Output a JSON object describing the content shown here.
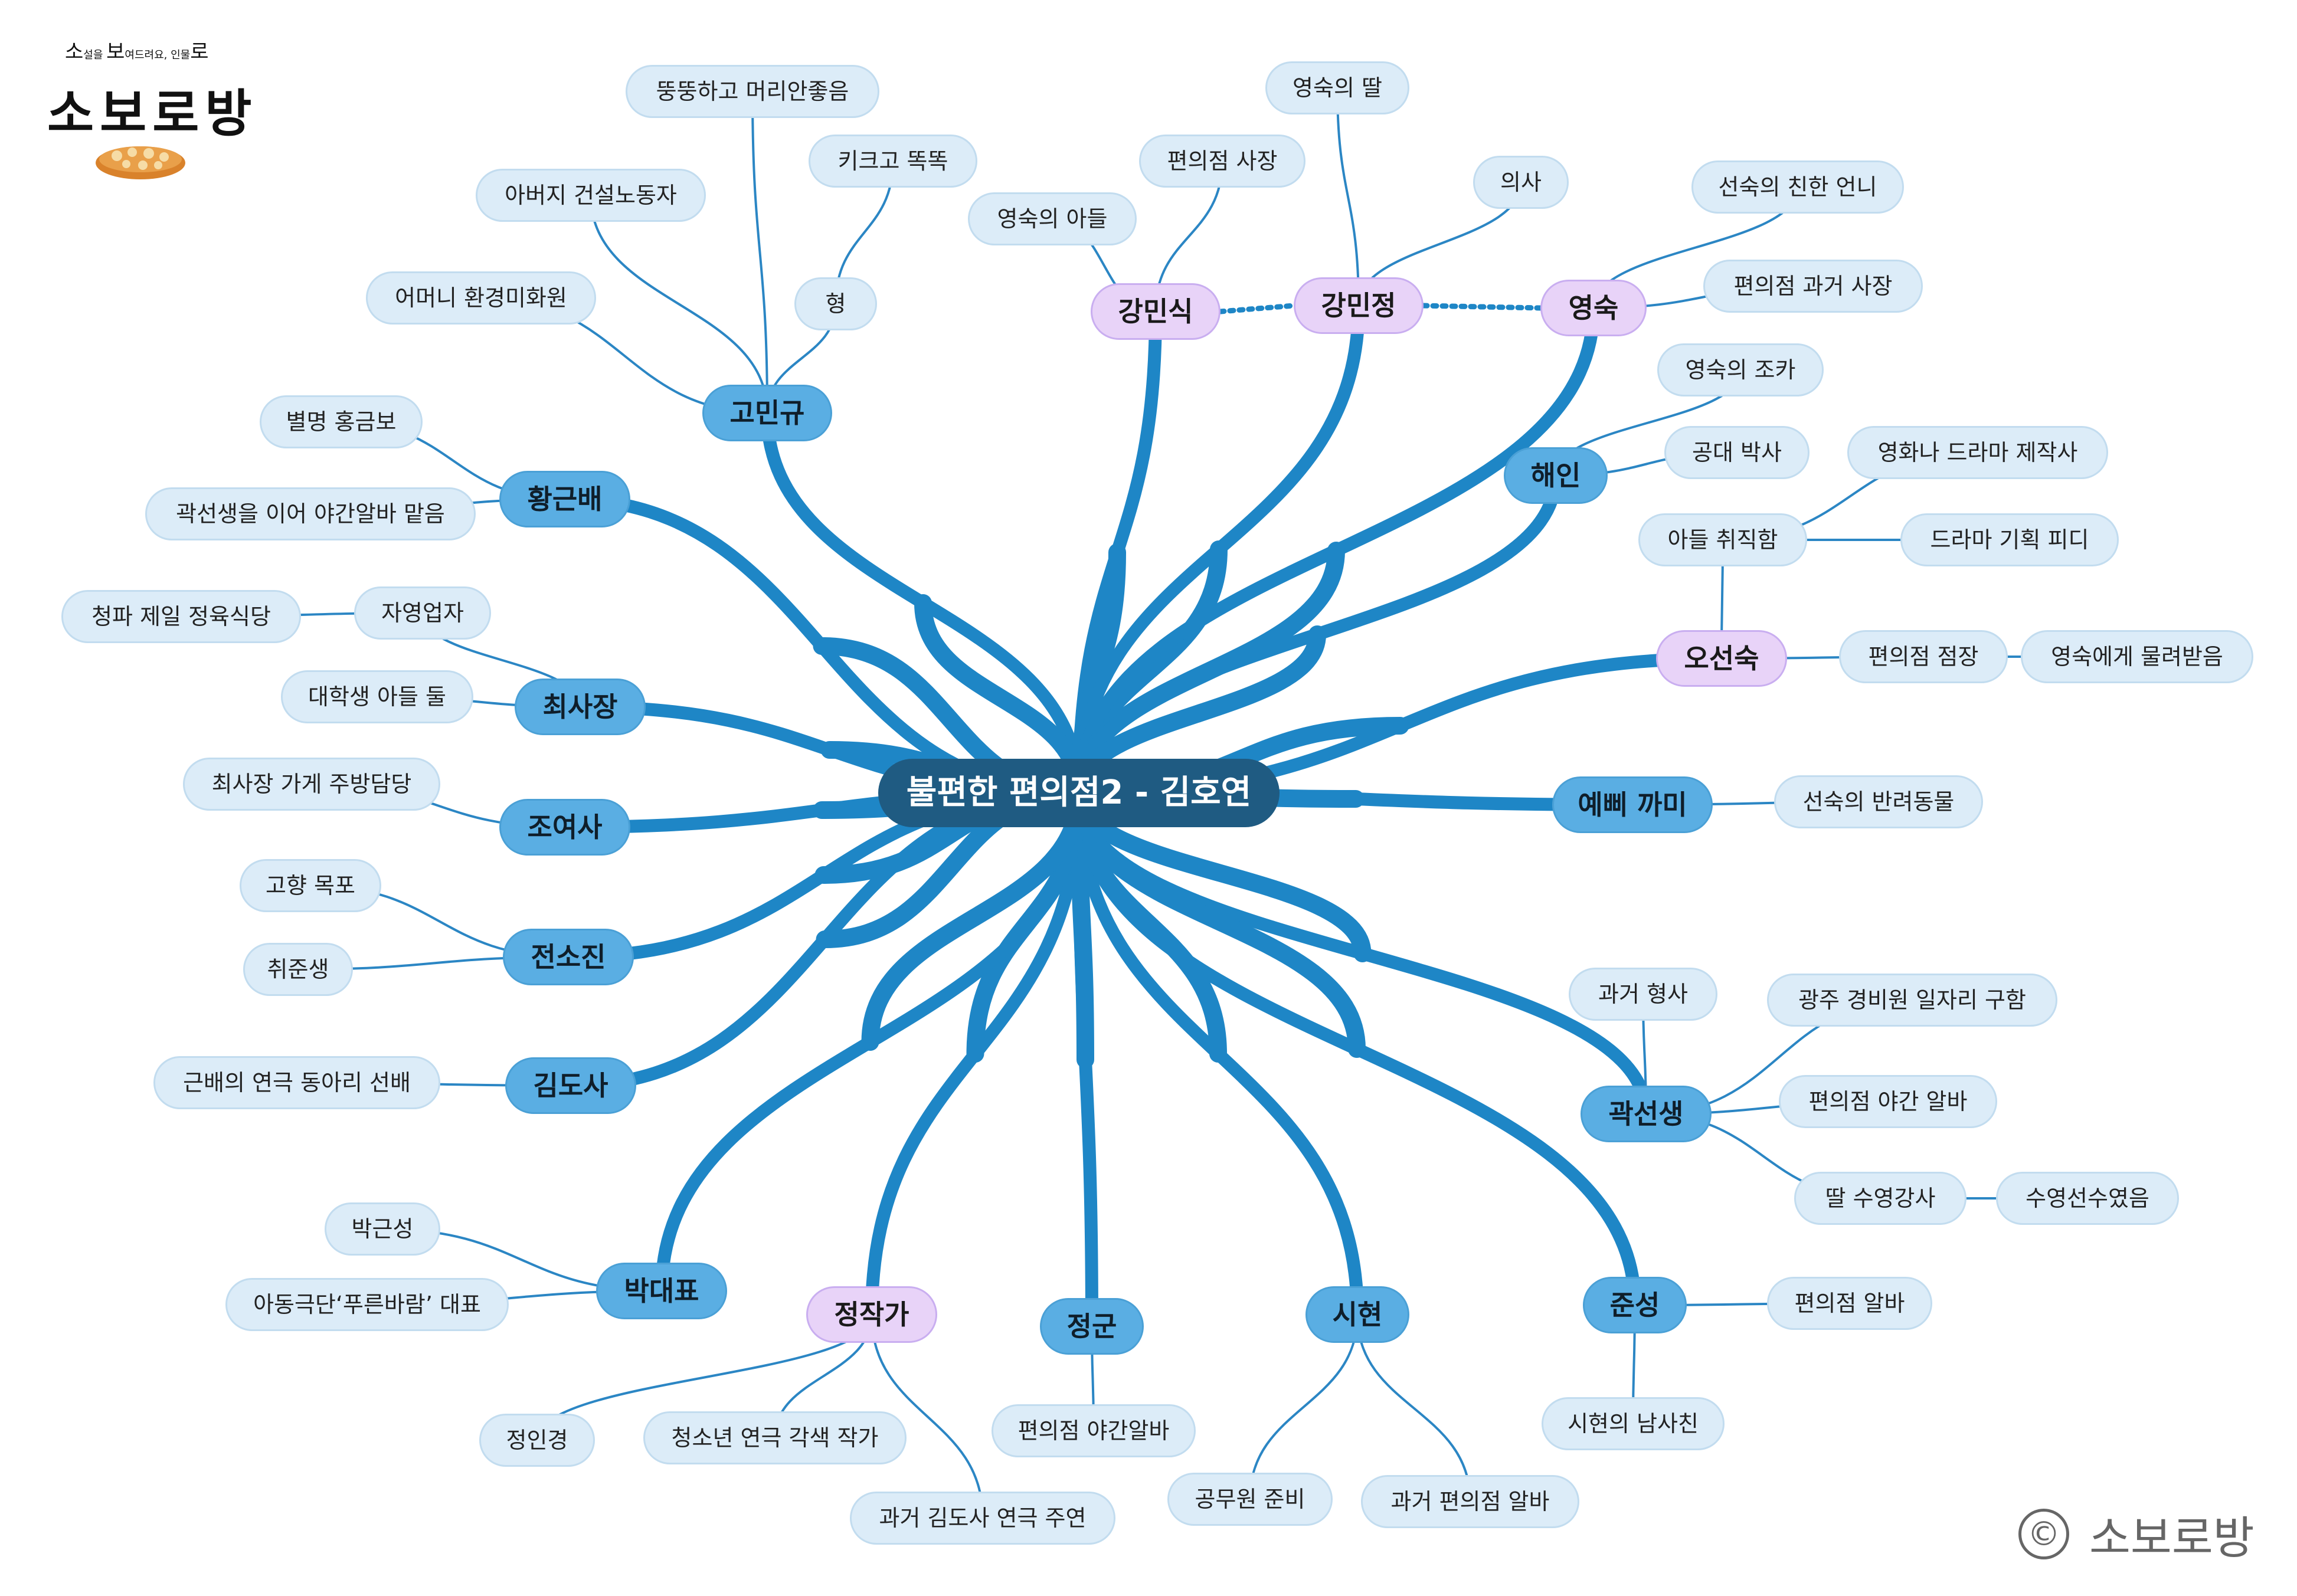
{
  "title": "불편한 편의점2 - 김호연",
  "logo": {
    "tagline_parts": [
      "소",
      "설을 ",
      "보",
      "여드려요, 인물",
      "로"
    ],
    "name": "소보로방"
  },
  "copyright": {
    "symbol": "©",
    "text": "소보로방"
  },
  "colors": {
    "root": "#1f5b82",
    "main": "#5aaee3",
    "pink": "#e8d3f8",
    "leaf": "#dcecf8",
    "branch": "#1e86c6",
    "leaf_line": "#2b86c4"
  },
  "nodes": {
    "root": "불편한 편의점2 - 김호연",
    "gominkyu": "고민규",
    "n_ttung": "뚱뚱하고 머리안좋음",
    "n_kikeu": "키크고 똑똑",
    "n_abeoji": "아버지 건설노동자",
    "n_hyeong": "형",
    "n_eomeoni": "어머니 환경미화원",
    "gangminsik": "강민식",
    "n_saja": "편의점 사장",
    "n_adeul": "영숙의 아들",
    "gangminjeong": "강민정",
    "n_ttal": "영숙의 딸",
    "yeongsuk": "영숙",
    "n_uisa": "의사",
    "n_eonni": "선숙의 친한 언니",
    "n_gwageo_saja": "편의점 과거 사장",
    "haein": "해인",
    "n_joka": "영숙의 조카",
    "n_baksa": "공대 박사",
    "n_chwijik": "아들 취직함",
    "n_jejaksa": "영화나 드라마 제작사",
    "n_pidi": "드라마 기획 피디",
    "oseonsuk": "오선숙",
    "n_jeomjang": "편의점 점장",
    "n_mullyeo": "영숙에게 물려받음",
    "yeppi": "예삐 까미",
    "n_bannyeo": "선숙의 반려동물",
    "gwakseon": "곽선생",
    "n_hyeongsa": "과거 형사",
    "n_gyeongbi": "광주 경비원 일자리 구함",
    "n_yagan_alba": "편의점 야간 알바",
    "n_suyeong": "딸 수영강사",
    "n_seonsu": "수영선수였음",
    "junseong": "준성",
    "n_alba": "편의점 알바",
    "n_namsachin": "시현의 남사친",
    "sihyeon": "시현",
    "n_gongmuwon": "공무원 준비",
    "n_gwageo_alba": "과거 편의점 알바",
    "jeonggun": "정군",
    "n_yaganalba2": "편의점 야간알바",
    "jeongjakga": "정작가",
    "n_jeongin": "정인경",
    "n_gaksaek": "청소년 연극 각색 작가",
    "n_juyeon": "과거 김도사 연극 주연",
    "bakdaepyo": "박대표",
    "n_bakgeunseong": "박근성",
    "n_adong": "아동극단‘푸른바람’ 대표",
    "gimdosa": "김도사",
    "n_yeongeuk": "근배의 연극 동아리 선배",
    "jeonsojin": "전소진",
    "n_gohyang": "고향 목포",
    "n_chwijun": "취준생",
    "joyeosa": "조여사",
    "n_jubang": "최사장 가게 주방담당",
    "choesajang": "최사장",
    "n_jayeong": "자영업자",
    "n_cheongpa": "청파 제일 정육식당",
    "n_daehak": "대학생 아들 둘",
    "hwanggeunbae": "황근배",
    "n_byeolmyeong": "별명 홍금보",
    "n_gwakseon_ieo": "곽선생을 이어 야간알바 맡음"
  }
}
